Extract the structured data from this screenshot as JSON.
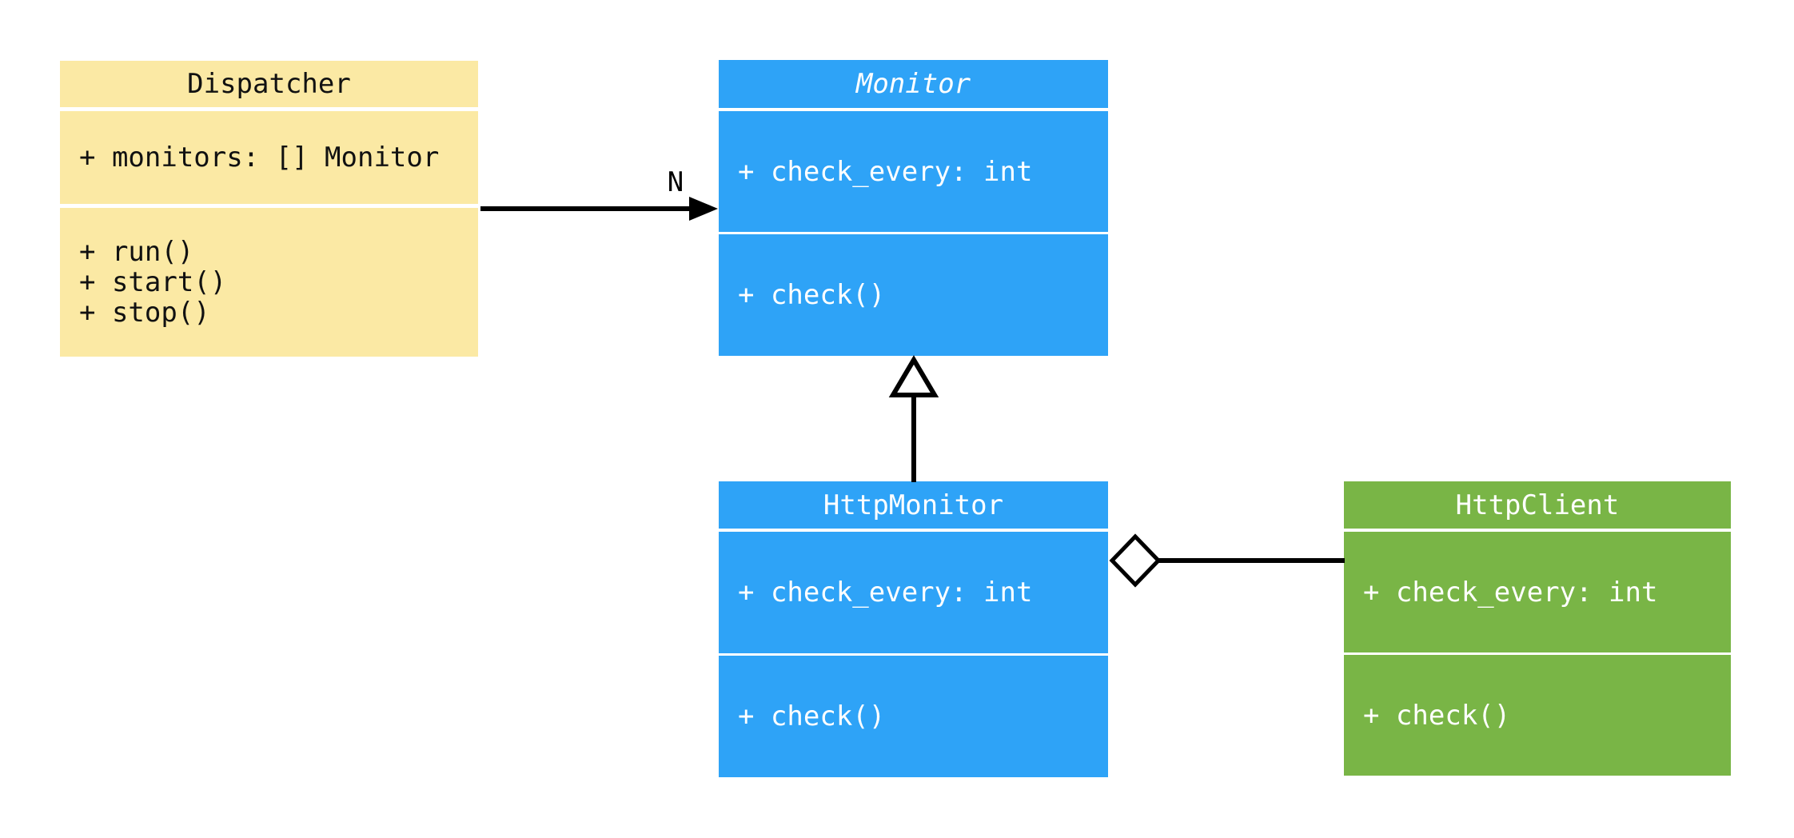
{
  "diagram": {
    "type": "uml-class-diagram",
    "background_color": "#ffffff",
    "line_color": "#000000",
    "classes": [
      {
        "name": "Dispatcher",
        "name_style": "normal",
        "fill": "#FBE9A4",
        "text_color": "#111111",
        "attributes": [
          "+ monitors: [] Monitor"
        ],
        "methods": [
          "+ run()",
          "+ start()",
          "+ stop()"
        ]
      },
      {
        "name": "Monitor",
        "name_style": "italic",
        "fill": "#2EA3F7",
        "text_color": "#ffffff",
        "attributes": [
          "+ check_every: int"
        ],
        "methods": [
          "+ check()"
        ]
      },
      {
        "name": "HttpMonitor",
        "name_style": "normal",
        "fill": "#2EA3F7",
        "text_color": "#ffffff",
        "attributes": [
          "+ check_every: int"
        ],
        "methods": [
          "+ check()"
        ]
      },
      {
        "name": "HttpClient",
        "name_style": "normal",
        "fill": "#79B546",
        "text_color": "#ffffff",
        "attributes": [
          "+ check_every: int"
        ],
        "methods": [
          "+ check()"
        ]
      }
    ],
    "relationships": [
      {
        "type": "directed-association",
        "from": "Dispatcher",
        "to": "Monitor",
        "label": "N",
        "arrowhead": "filled-arrow"
      },
      {
        "type": "generalization",
        "from": "HttpMonitor",
        "to": "Monitor",
        "label": "",
        "arrowhead": "hollow-triangle"
      },
      {
        "type": "aggregation",
        "from": "HttpClient",
        "to": "HttpMonitor",
        "label": "",
        "arrowhead": "hollow-diamond"
      }
    ]
  }
}
